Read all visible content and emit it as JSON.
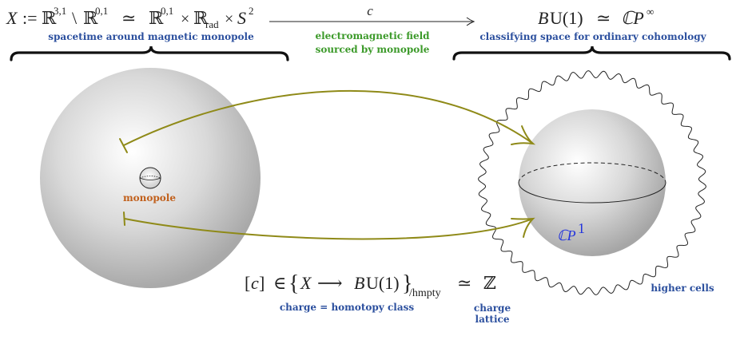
{
  "colors": {
    "blue_label": "#2b4f9e",
    "green_label": "#3c9a2a",
    "orange_label": "#c1601c",
    "arrow": "#8f8a18",
    "cp1": "#2233dd"
  },
  "top_left": {
    "formula_X": "X",
    "formula_defeq": ":=",
    "formula_R1": "ℝ",
    "formula_R1_sup": "3,1",
    "formula_setminus": "\\",
    "formula_R2": "ℝ",
    "formula_R2_sup": "0,1",
    "formula_simeq": "≃",
    "formula_R3": "ℝ",
    "formula_R3_sup": "0,1",
    "formula_times1": "×",
    "formula_R4": "ℝ",
    "formula_R4_sub": "rad",
    "formula_times2": "×",
    "formula_S": "S",
    "formula_S_sup": "2",
    "caption": "spacetime around magnetic monopole"
  },
  "top_middle": {
    "arrow_label": "c",
    "caption_line1": "electromagnetic field",
    "caption_line2": "sourced by monopole"
  },
  "top_right": {
    "formula_B": "B",
    "formula_U": "U(1)",
    "formula_simeq": "≃",
    "formula_CP": "ℂP",
    "formula_CP_sup": "∞",
    "caption": "classifying space for ordinary cohomology"
  },
  "left_sphere": {
    "monopole_label": "monopole"
  },
  "right_sphere": {
    "cp1_main": "ℂP",
    "cp1_sup": "1",
    "higher_cells_label": "higher cells"
  },
  "bottom": {
    "bracket_open": "[",
    "c": "c",
    "bracket_close": "]",
    "in": "∈",
    "brace_open": "{",
    "X": "X",
    "longarrow": "⟶",
    "B": "B",
    "U": "U(1)",
    "brace_close": "}",
    "sub_hmpty": "/hmpty",
    "simeq": "≃",
    "Z": "ℤ",
    "charge_caption": "charge = homotopy class",
    "lattice_line1": "charge",
    "lattice_line2": "lattice"
  }
}
